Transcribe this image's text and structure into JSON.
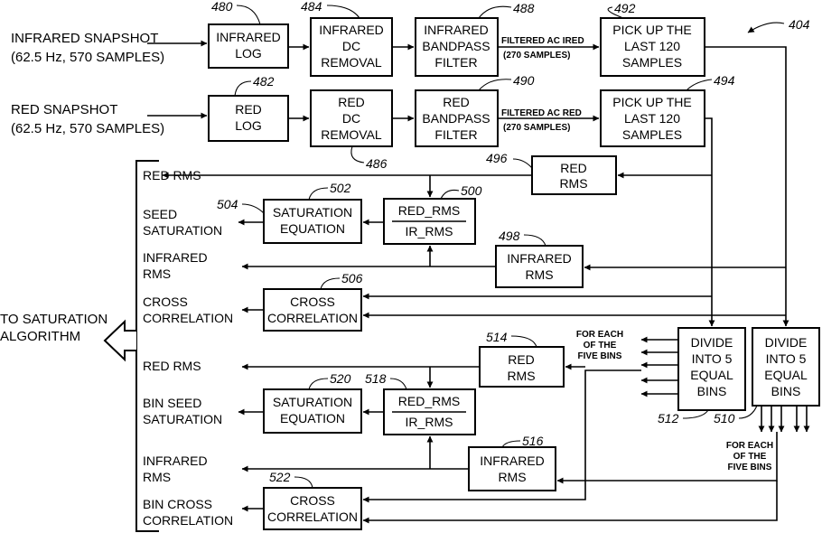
{
  "figure_ref": "404",
  "inputs": {
    "infrared_line1": "INFRARED SNAPSHOT",
    "infrared_line2": "(62.5 Hz, 570 SAMPLES)",
    "red_line1": "RED SNAPSHOT",
    "red_line2": "(62.5 Hz, 570 SAMPLES)"
  },
  "blocks": {
    "ir_log": {
      "ref": "480",
      "lines": [
        "INFRARED",
        "LOG"
      ]
    },
    "ir_dc": {
      "ref": "484",
      "lines": [
        "INFRARED",
        "DC",
        "REMOVAL"
      ]
    },
    "ir_bpf": {
      "ref": "488",
      "lines": [
        "INFRARED",
        "BANDPASS",
        "FILTER"
      ]
    },
    "ir_pick": {
      "ref": "492",
      "lines": [
        "PICK UP THE",
        "LAST 120",
        "SAMPLES"
      ]
    },
    "red_log": {
      "ref": "482",
      "lines": [
        "RED",
        "LOG"
      ]
    },
    "red_dc": {
      "ref": "486",
      "lines": [
        "RED",
        "DC",
        "REMOVAL"
      ]
    },
    "red_bpf": {
      "ref": "490",
      "lines": [
        "RED",
        "BANDPASS",
        "FILTER"
      ]
    },
    "red_pick": {
      "ref": "494",
      "lines": [
        "PICK UP THE",
        "LAST 120",
        "SAMPLES"
      ]
    },
    "red_rms_1": {
      "ref": "496",
      "lines": [
        "RED",
        "RMS"
      ]
    },
    "sat_eq_1": {
      "ref": "502",
      "lines": [
        "SATURATION",
        "EQUATION"
      ]
    },
    "ratio_1": {
      "ref": "500",
      "lines": [
        "RED_RMS",
        "IR_RMS"
      ]
    },
    "ir_rms_1": {
      "ref": "498",
      "lines": [
        "INFRARED",
        "RMS"
      ]
    },
    "cross_1": {
      "ref": "506",
      "lines": [
        "CROSS",
        "CORRELATION"
      ]
    },
    "red_rms_2": {
      "ref": "514",
      "lines": [
        "RED",
        "RMS"
      ]
    },
    "sat_eq_2": {
      "ref": "520",
      "lines": [
        "SATURATION",
        "EQUATION"
      ]
    },
    "ratio_2": {
      "ref": "518",
      "lines": [
        "RED_RMS",
        "IR_RMS"
      ]
    },
    "ir_rms_2": {
      "ref": "516",
      "lines": [
        "INFRARED",
        "RMS"
      ]
    },
    "cross_2": {
      "ref": "522",
      "lines": [
        "CROSS",
        "CORRELATION"
      ]
    },
    "divide_red": {
      "ref": "512",
      "lines": [
        "DIVIDE",
        "INTO 5",
        "EQUAL",
        "BINS"
      ]
    },
    "divide_ir": {
      "ref": "510",
      "lines": [
        "DIVIDE",
        "INTO 5",
        "EQUAL",
        "BINS"
      ]
    }
  },
  "signals": {
    "filtered_ired_1": "FILTERED AC IRED",
    "filtered_ired_2": "(270 SAMPLES)",
    "filtered_red_1": "FILTERED AC RED",
    "filtered_red_2": "(270 SAMPLES)",
    "bins_note_red": [
      "FOR EACH",
      "OF THE",
      "FIVE BINS"
    ],
    "bins_note_ir": [
      "FOR EACH",
      "OF THE",
      "FIVE BINS"
    ]
  },
  "outputs": {
    "red_rms": [
      "RED RMS"
    ],
    "seed_saturation": [
      "SEED",
      "SATURATION"
    ],
    "infrared_rms": [
      "INFRARED",
      "RMS"
    ],
    "cross_correlation": [
      "CROSS",
      "CORRELATION"
    ],
    "bin_red_rms": [
      "RED RMS"
    ],
    "bin_seed_saturation": [
      "BIN SEED",
      "SATURATION"
    ],
    "bin_infrared_rms": [
      "INFRARED",
      "RMS"
    ],
    "bin_cross_correlation": [
      "BIN CROSS",
      "CORRELATION"
    ],
    "to_algorithm": [
      "TO SATURATION",
      "ALGORITHM"
    ]
  }
}
